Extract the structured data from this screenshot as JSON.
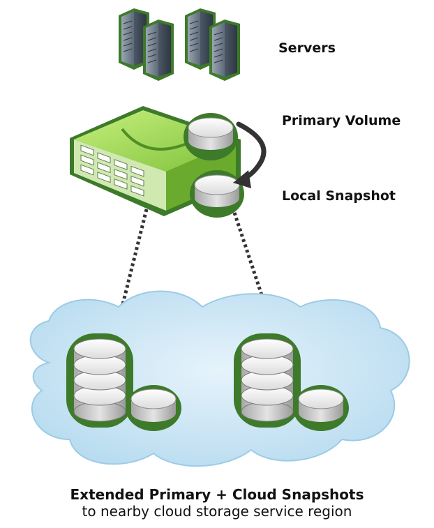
{
  "labels": {
    "servers": "Servers",
    "primary_volume": "Primary Volume",
    "local_snapshot": "Local Snapshot"
  },
  "caption": {
    "title": "Extended Primary + Cloud Snapshots",
    "subtitle": "to nearby cloud storage service region"
  },
  "colors": {
    "accent_green": "#3d7a2a",
    "appliance_green": "#8fce3f",
    "cloud_blue": "#cfe7f5",
    "arrow_dark": "#333333"
  },
  "icons": [
    "server-icon",
    "storage-appliance-icon",
    "disk-icon",
    "cloud-icon",
    "database-stack-icon"
  ]
}
